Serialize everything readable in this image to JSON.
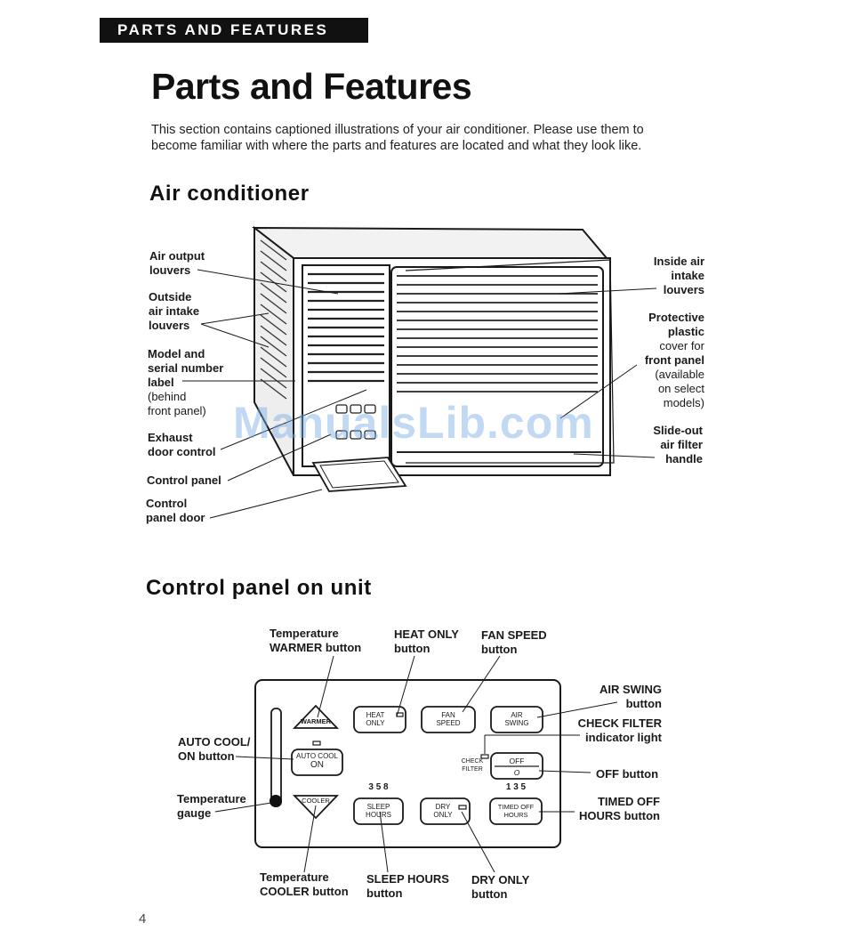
{
  "header": {
    "section_tab": "PARTS AND FEATURES",
    "title": "Parts and Features"
  },
  "intro": "This section contains captioned illustrations of your air conditioner. Please use them to become familiar with where the parts and features are located and what they look like.",
  "air_conditioner": {
    "heading": "Air conditioner",
    "left_labels": {
      "air_output_louvers": [
        "Air output",
        "louvers"
      ],
      "outside_air_intake_louvers": [
        "Outside",
        "air intake",
        "louvers"
      ],
      "model_serial_label": [
        "Model and",
        "serial number",
        "label"
      ],
      "model_serial_note": [
        "(behind",
        "front panel)"
      ],
      "exhaust_door_control": [
        "Exhaust",
        "door control"
      ],
      "control_panel": "Control panel",
      "control_panel_door": [
        "Control",
        "panel door"
      ]
    },
    "right_labels": {
      "inside_air_intake_louvers": [
        "Inside air",
        "intake",
        "louvers"
      ],
      "protective_cover": [
        "Protective",
        "plastic",
        "cover for",
        "front panel"
      ],
      "protective_cover_note": [
        "(available",
        "on select",
        "models)"
      ],
      "filter_handle": [
        "Slide-out",
        "air filter",
        "handle"
      ]
    }
  },
  "control_panel_section": {
    "heading": "Control panel on unit",
    "callouts": {
      "warmer": [
        "Temperature",
        "WARMER button"
      ],
      "heat_only": [
        "HEAT ONLY",
        "button"
      ],
      "fan_speed": [
        "FAN SPEED",
        "button"
      ],
      "air_swing": [
        "AIR SWING",
        "button"
      ],
      "check_filter": [
        "CHECK FILTER",
        "indicator light"
      ],
      "auto_cool": [
        "AUTO COOL/",
        "ON button"
      ],
      "off": "OFF button",
      "temperature_gauge": [
        "Temperature",
        "gauge"
      ],
      "timed_off": [
        "TIMED OFF",
        "HOURS button"
      ],
      "cooler": [
        "Temperature",
        "COOLER button"
      ],
      "sleep_hours": [
        "SLEEP HOURS",
        "button"
      ],
      "dry_only": [
        "DRY ONLY",
        "button"
      ]
    },
    "buttons": {
      "warmer": "WARMER",
      "heat_only": [
        "HEAT",
        "ONLY"
      ],
      "fan_speed": [
        "FAN",
        "SPEED"
      ],
      "air_swing": [
        "AIR",
        "SWING"
      ],
      "auto_cool": "AUTO COOL",
      "on": "ON",
      "check_filter": [
        "CHECK",
        "FILTER"
      ],
      "off": "OFF",
      "off_symbol": "O",
      "cooler": "COOLER",
      "sleep_hours": [
        "SLEEP",
        "HOURS"
      ],
      "sleep_numbers": "3 5 8",
      "dry_only": [
        "DRY",
        "ONLY"
      ],
      "timed_off_hours": [
        "TIMED OFF",
        "HOURS"
      ],
      "timed_numbers": "1 3 5"
    }
  },
  "watermark": "ManualsLib.com",
  "page_number": "4"
}
